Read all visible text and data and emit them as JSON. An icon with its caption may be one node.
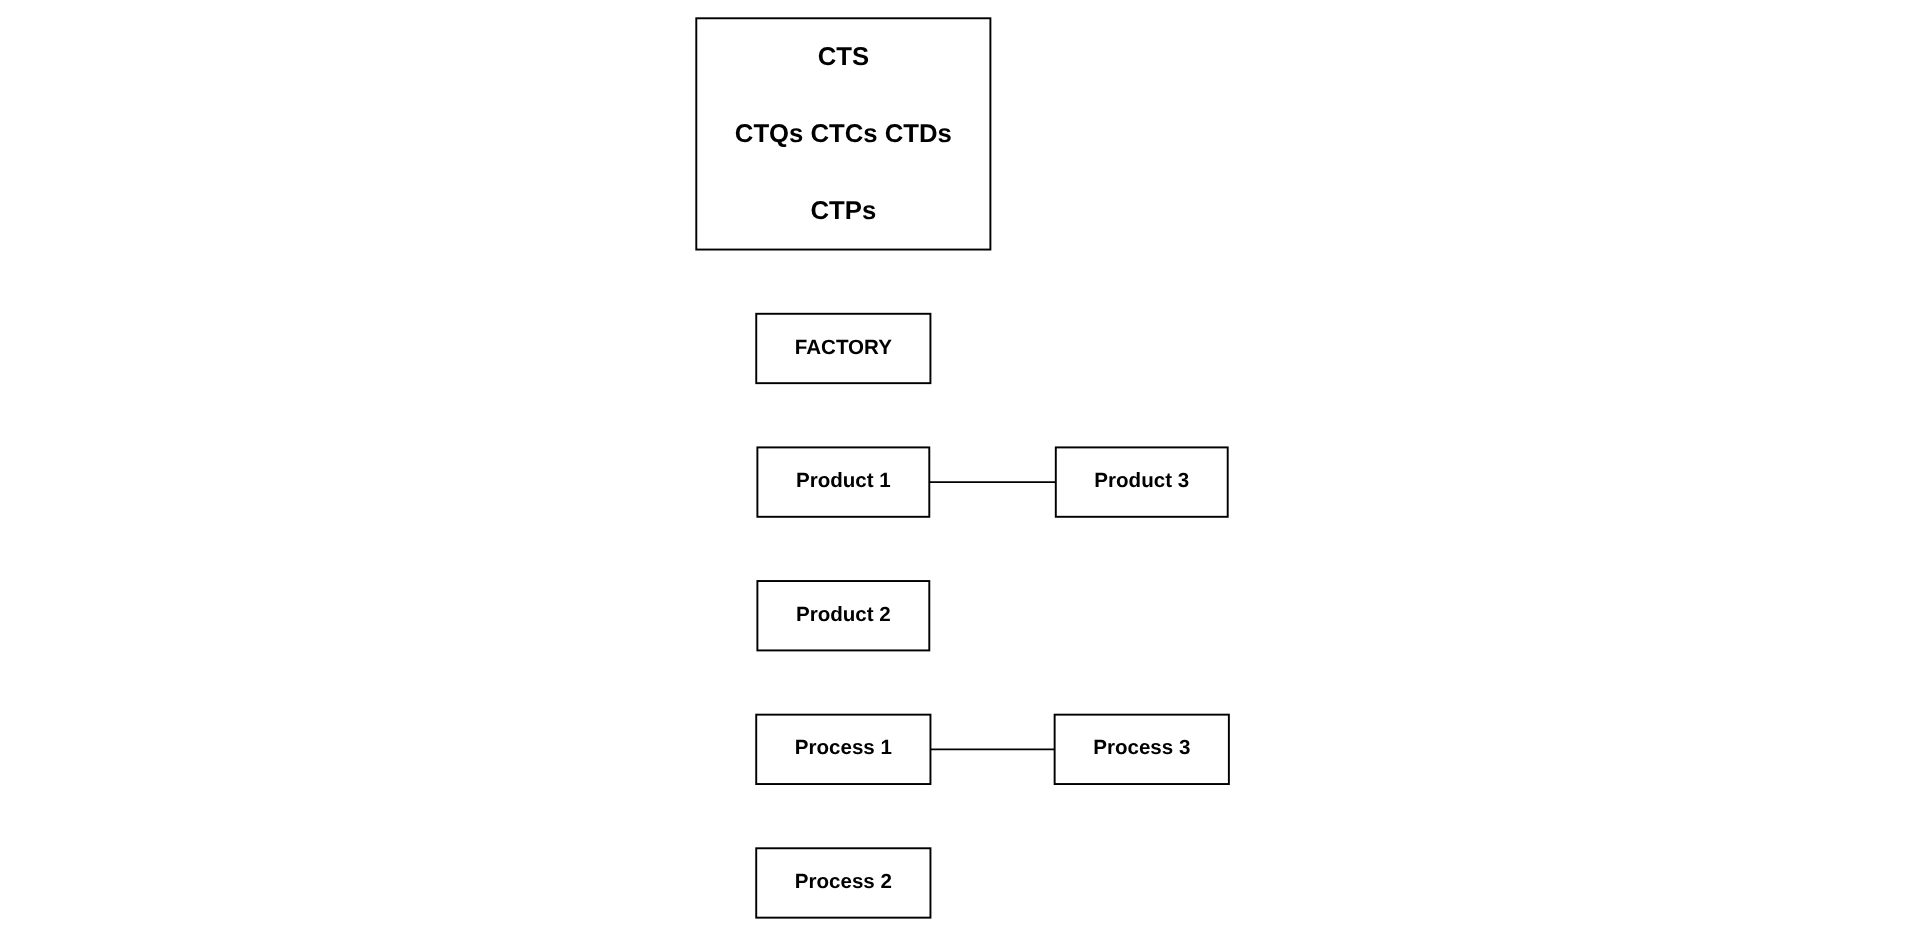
{
  "diagram": {
    "nodes": [
      {
        "text": [
          "CTS",
          "CTQs CTCs CTDs",
          "CTPs"
        ]
      },
      {
        "text": [
          "FACTORY"
        ]
      },
      {
        "text": [
          "Product 1"
        ]
      },
      {
        "text": [
          "Product 2"
        ]
      },
      {
        "text": [
          "Product 3"
        ]
      },
      {
        "text": [
          "Process 1"
        ]
      },
      {
        "text": [
          "Process 2"
        ]
      },
      {
        "text": [
          "Process 3"
        ]
      }
    ],
    "edges": [
      {
        "from": 2,
        "to": 4,
        "arrow": "none"
      },
      {
        "from": 5,
        "to": 7,
        "arrow": "none"
      }
    ]
  }
}
